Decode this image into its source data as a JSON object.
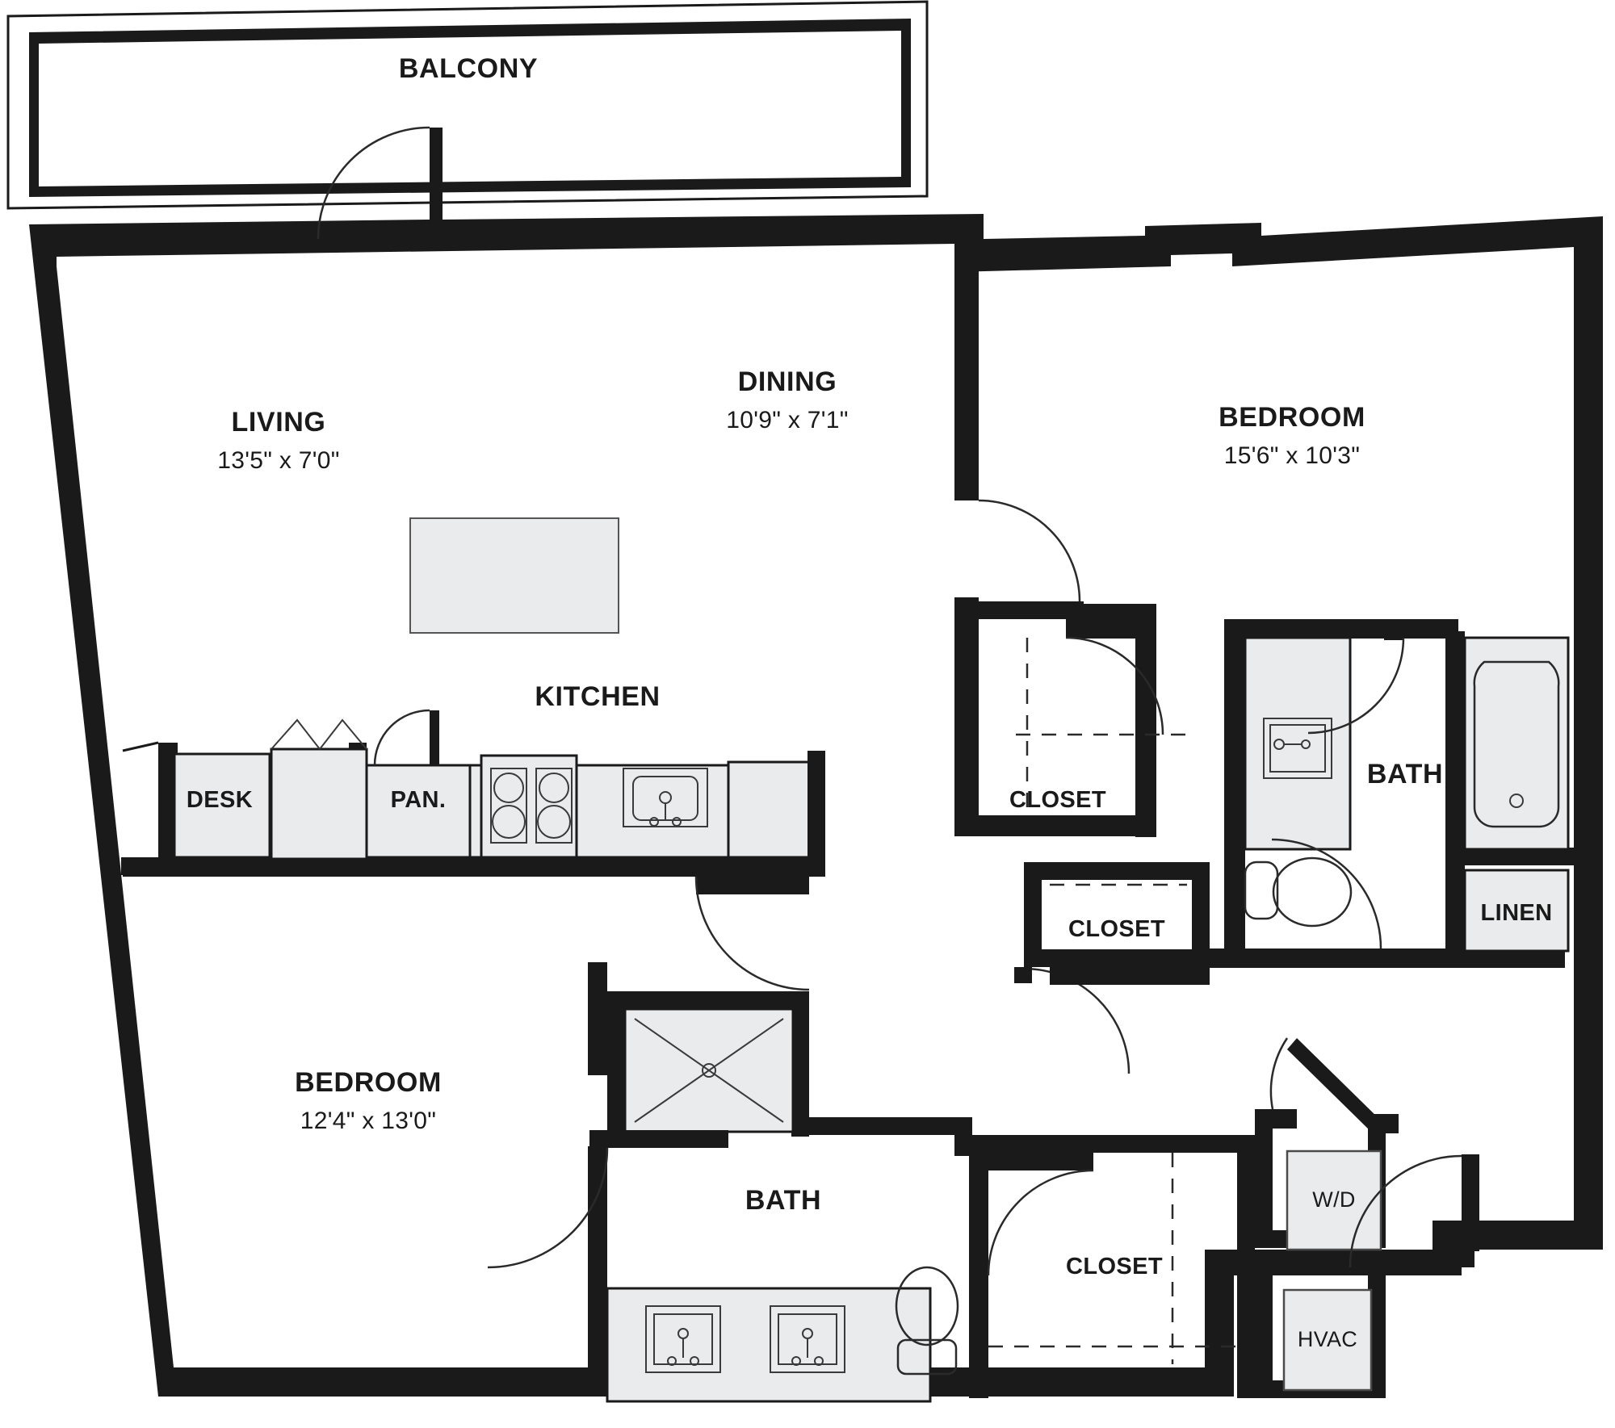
{
  "plan": {
    "type": "apartment-floor-plan",
    "orientation": "plan-view",
    "line_color": "#1a1a1a",
    "fixture_fill": "#eaebec",
    "background": "#ffffff"
  },
  "rooms": [
    {
      "key": "balcony",
      "name": "BALCONY",
      "dimensions": ""
    },
    {
      "key": "living",
      "name": "LIVING",
      "dimensions": "13'5\" x 7'0\""
    },
    {
      "key": "dining",
      "name": "DINING",
      "dimensions": "10'9\" x 7'1\""
    },
    {
      "key": "kitchen",
      "name": "KITCHEN",
      "dimensions": ""
    },
    {
      "key": "bedroom1",
      "name": "BEDROOM",
      "dimensions": "15'6\" x 10'3\""
    },
    {
      "key": "bedroom2",
      "name": "BEDROOM",
      "dimensions": "12'4\" x 13'0\""
    },
    {
      "key": "bath1",
      "name": "BATH",
      "dimensions": ""
    },
    {
      "key": "bath2",
      "name": "BATH",
      "dimensions": ""
    }
  ],
  "storage": [
    {
      "key": "desk",
      "name": "DESK"
    },
    {
      "key": "pantry",
      "name": "PAN."
    },
    {
      "key": "closet_walk",
      "name": "CLOSET"
    },
    {
      "key": "closet_small",
      "name": "CLOSET"
    },
    {
      "key": "closet_bed2",
      "name": "CLOSET"
    },
    {
      "key": "linen",
      "name": "LINEN"
    }
  ],
  "utilities": [
    {
      "key": "washer_dryer",
      "name": "W/D"
    },
    {
      "key": "hvac",
      "name": "HVAC"
    }
  ],
  "fixtures": {
    "range_burners": 4,
    "kitchen_sinks": 1,
    "bath1_vanity_sinks": 1,
    "bath1_toilets": 1,
    "bath1_tubs": 1,
    "bath2_vanity_sinks": 2,
    "bath2_toilets": 1,
    "bath2_showers": 1,
    "living_island": 1
  },
  "labels": {
    "balcony": "BALCONY",
    "living": "LIVING",
    "living_dim": "13'5\" x 7'0\"",
    "dining": "DINING",
    "dining_dim": "10'9\" x 7'1\"",
    "kitchen": "KITCHEN",
    "desk": "DESK",
    "pantry": "PAN.",
    "bedroom1": "BEDROOM",
    "bedroom1_dim": "15'6\" x 10'3\"",
    "bedroom2": "BEDROOM",
    "bedroom2_dim": "12'4\" x 13'0\"",
    "closet_walk": "CLOSET",
    "closet_small": "CLOSET",
    "closet_bed2": "CLOSET",
    "bath1": "BATH",
    "bath2": "BATH",
    "linen": "LINEN",
    "wd": "W/D",
    "hvac": "HVAC"
  }
}
